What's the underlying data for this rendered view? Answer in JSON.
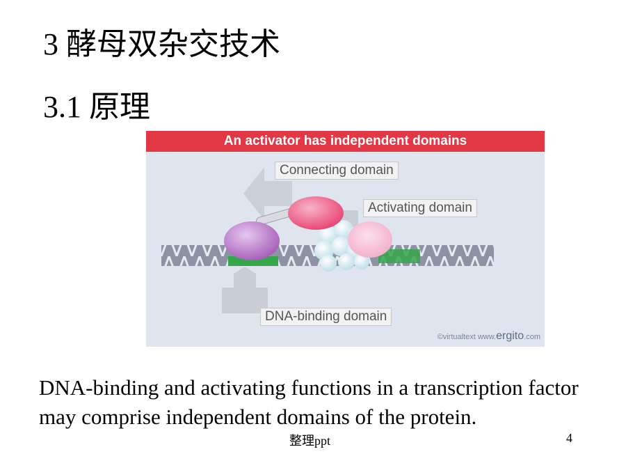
{
  "slide": {
    "heading": "3 酵母双杂交技术",
    "subheading": "3.1 原理",
    "caption": "DNA-binding and activating functions in a transcription factor may comprise independent domains of the protein.",
    "footer_note": "整理ppt",
    "page_number": "4"
  },
  "figure": {
    "title": "An activator has independent domains",
    "labels": {
      "connecting": "Connecting domain",
      "activating": "Activating domain",
      "dna_binding": "DNA-binding domain"
    },
    "credit": {
      "prefix": "©virtualtext www.",
      "brand": "ergito",
      "suffix": ".com"
    },
    "colors": {
      "title_bar": "#e23744",
      "background": "#dfe5ef",
      "dna_strand": "#8d93a4",
      "dna_binding_site": "#35a64a",
      "dna_binding_domain": "#a35bb5",
      "activating_domain": "#e8416e",
      "transcription_complex": "#cfe6ee",
      "partner_protein": "#f2a9c7"
    }
  }
}
